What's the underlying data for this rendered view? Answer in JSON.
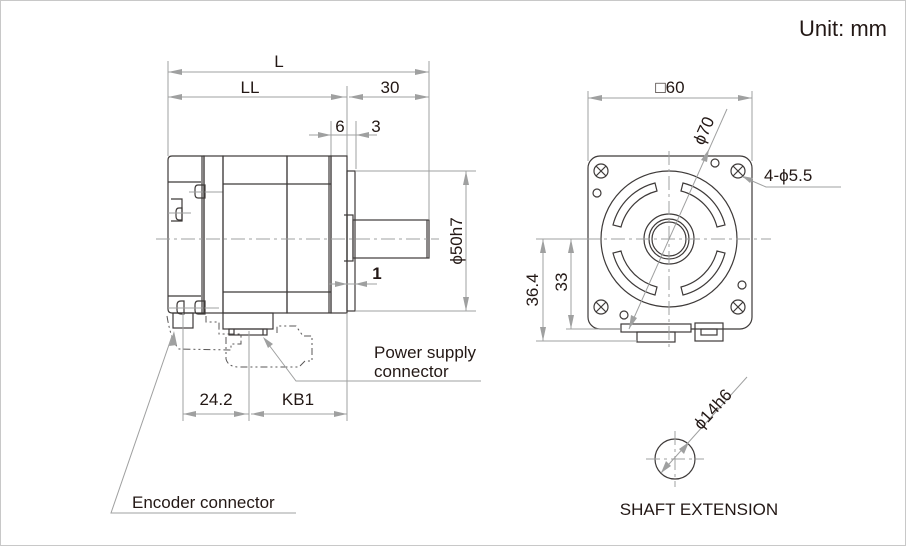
{
  "drawing": {
    "unit_label": "Unit: mm",
    "side_view": {
      "dim_overall_length": "L",
      "dim_body_length": "LL",
      "dim_shaft_length": "30",
      "dim_flange_thickness": "6",
      "dim_pilot_depth": "3",
      "dim_pilot_offset": "1",
      "dim_pilot_diameter": "ϕ50h7",
      "dim_encoder_offset": "24.2",
      "dim_power_offset": "KB1",
      "callout_power_line1": "Power supply",
      "callout_power_line2": "connector",
      "callout_encoder": "Encoder connector"
    },
    "front_view": {
      "dim_flange_square": "□60",
      "dim_bolt_circle": "ϕ70",
      "dim_mount_holes": "4-ϕ5.5",
      "dim_power_height": "36.4",
      "dim_encoder_height": "33"
    },
    "shaft_extension": {
      "dim_shaft_diameter": "ϕ14h6",
      "title": "SHAFT EXTENSION"
    }
  }
}
